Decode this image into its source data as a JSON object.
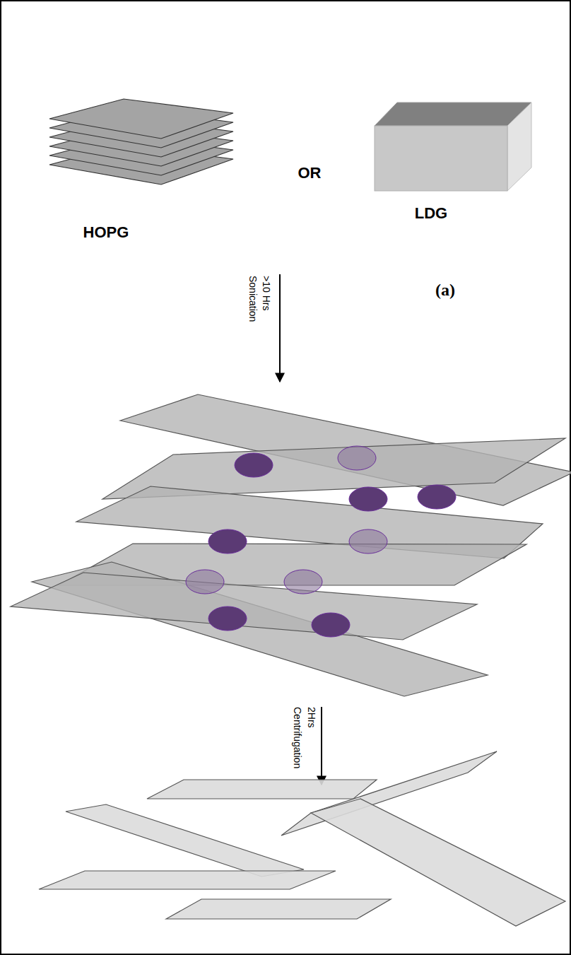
{
  "diagram": {
    "labels": [
      "HOPG",
      "OR",
      "LDG",
      ">10 Hrs",
      "Sonication",
      "(a)",
      "2Hrs",
      "Centrifugation"
    ]
  }
}
